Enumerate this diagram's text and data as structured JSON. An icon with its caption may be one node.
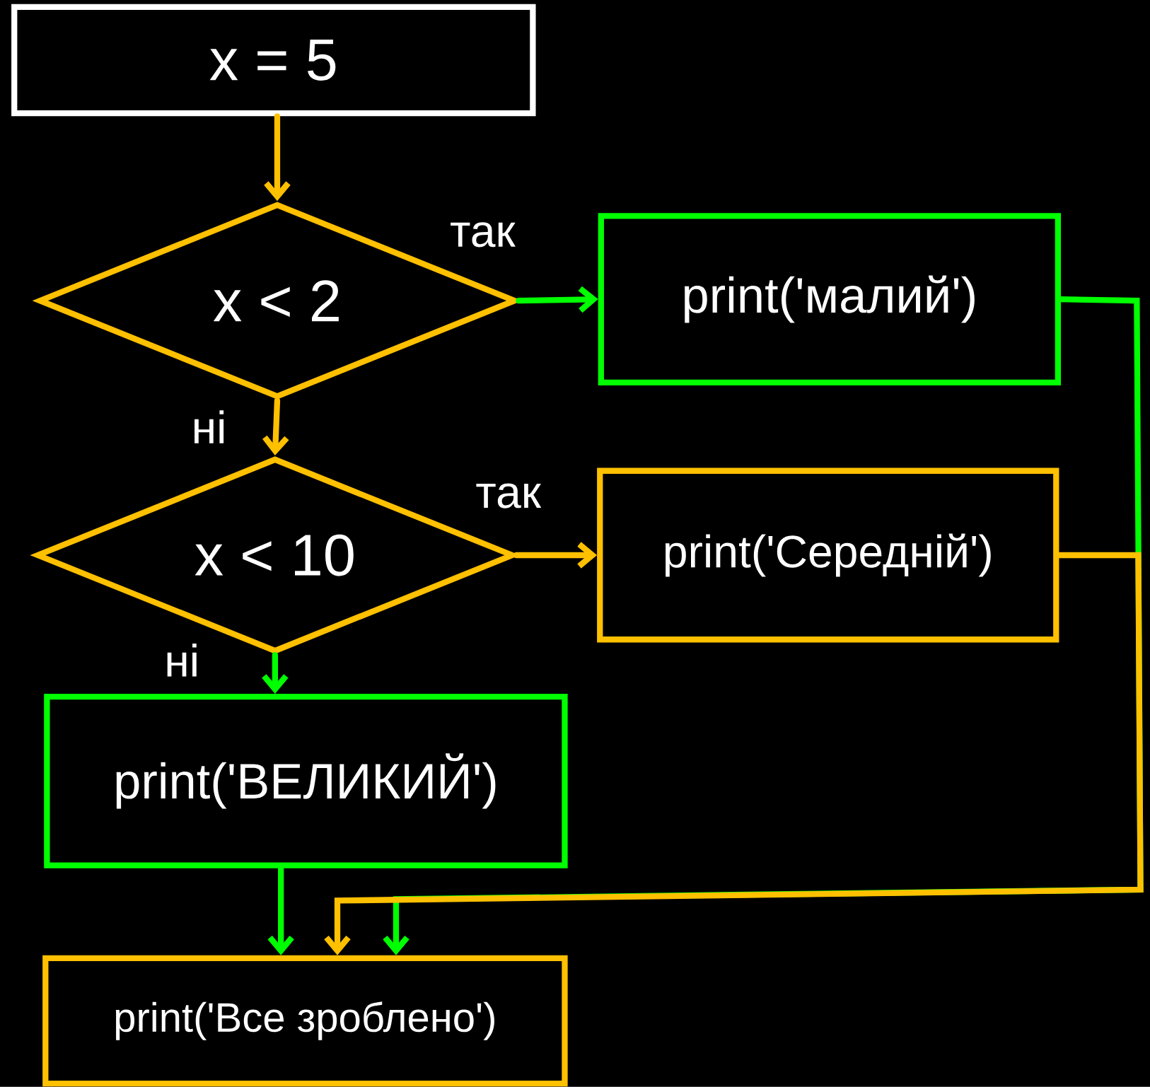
{
  "diagram": {
    "nodes": [
      {
        "text": [
          "x = 5"
        ]
      },
      {
        "text": [
          "x < 2"
        ]
      },
      {
        "text": [
          "print('малий')"
        ]
      },
      {
        "text": [
          "x < 10"
        ]
      },
      {
        "text": [
          "print('Середній')"
        ]
      },
      {
        "text": [
          "print('ВЕЛИКИЙ')"
        ]
      },
      {
        "text": [
          "print('Все зроблено')"
        ]
      }
    ],
    "edges": [
      {
        "from": 0,
        "to": 1,
        "arrow": "to"
      },
      {
        "from": 1,
        "to": 2,
        "arrow": "to",
        "label": "так",
        "color": "#00ff00"
      },
      {
        "from": 1,
        "to": 3,
        "arrow": "to",
        "label": "ні"
      },
      {
        "from": 3,
        "to": 4,
        "arrow": "to",
        "label": "так"
      },
      {
        "from": 3,
        "to": 5,
        "arrow": "to",
        "label": "ні",
        "color": "#00ff00"
      },
      {
        "from": 5,
        "to": 6,
        "arrow": "to",
        "color": "#00ff00"
      },
      {
        "from": 2,
        "to": 6,
        "arrow": "to",
        "color": "#00ff00"
      },
      {
        "from": 4,
        "to": 6,
        "arrow": "to"
      }
    ]
  }
}
